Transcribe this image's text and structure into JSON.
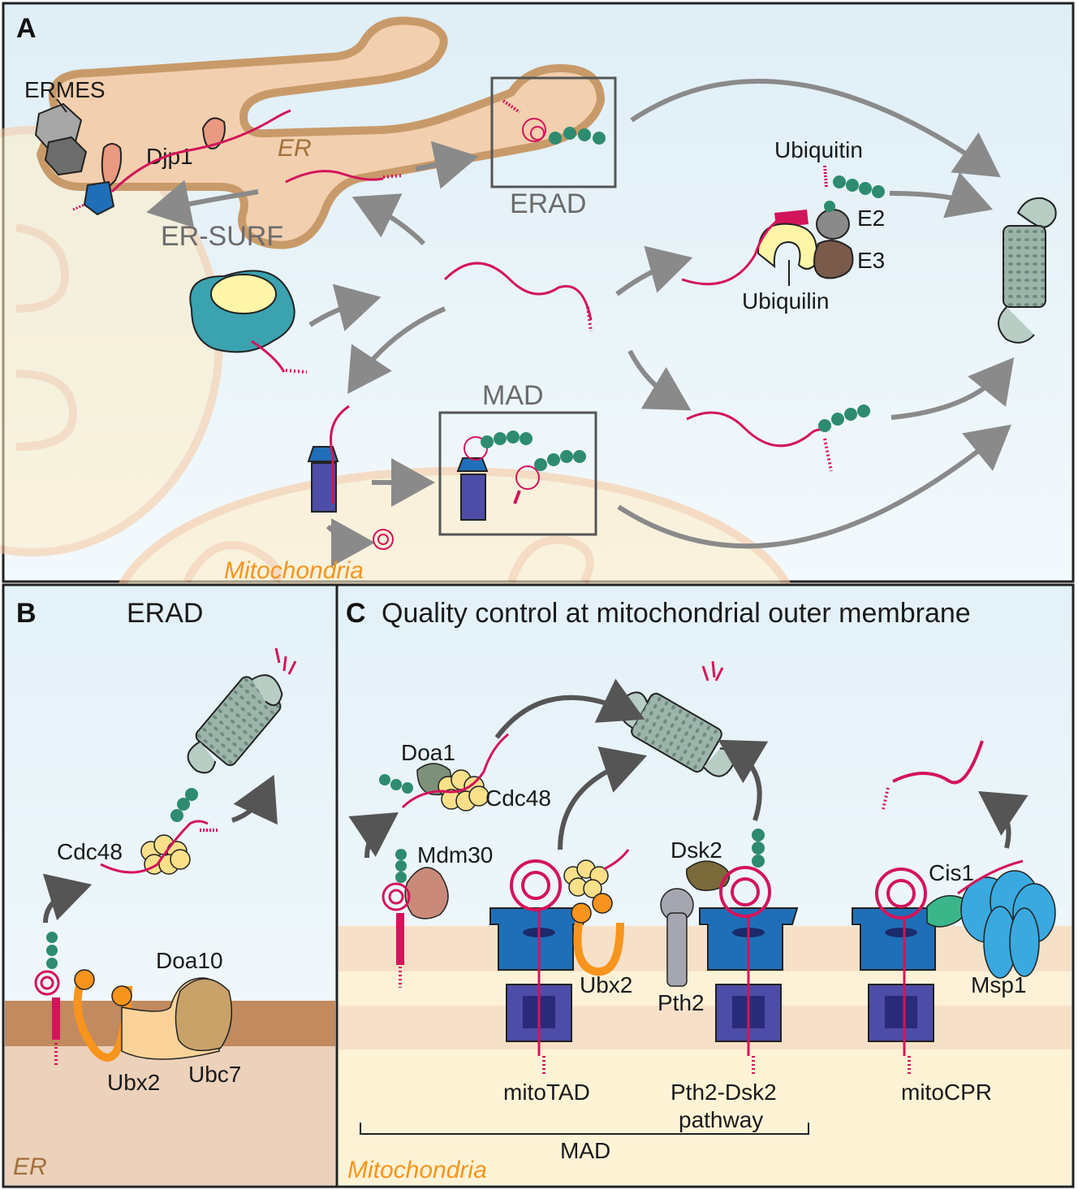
{
  "panels": {
    "a": {
      "letter": "A",
      "labels": {
        "ermes": "ERMES",
        "djp1": "Djp1",
        "er": "ER",
        "er_surf": "ER-SURF",
        "erad": "ERAD",
        "ubiquitin": "Ubiquitin",
        "e2": "E2",
        "e3": "E3",
        "ubiquilin": "Ubiquilin",
        "mad": "MAD",
        "mitochondria": "Mitochondria"
      }
    },
    "b": {
      "letter": "B",
      "title": "ERAD",
      "labels": {
        "cdc48": "Cdc48",
        "doa10": "Doa10",
        "ubx2": "Ubx2",
        "ubc7": "Ubc7",
        "er": "ER"
      }
    },
    "c": {
      "letter": "C",
      "title": "Quality control at mitochondrial outer membrane",
      "labels": {
        "doa1": "Doa1",
        "cdc48": "Cdc48",
        "mdm30": "Mdm30",
        "dsk2": "Dsk2",
        "cis1": "Cis1",
        "ubx2": "Ubx2",
        "pth2": "Pth2",
        "msp1": "Msp1",
        "mitotad": "mitoTAD",
        "pth2_dsk2_line1": "Pth2-Dsk2",
        "pth2_dsk2_line2": "pathway",
        "mitocpr": "mitoCPR",
        "mad": "MAD",
        "mitochondria": "Mitochondria"
      }
    }
  },
  "colors": {
    "background_blue": "#e8f3f8",
    "substrate": "#d4145a",
    "ubiquitin": "#2e8b6f",
    "er_fill": "#f2cfae",
    "er_stroke": "#c89a6a",
    "mito_fill": "#fff3d6",
    "arrow": "#8a8a8a",
    "proteasome": "#b8cdc4",
    "tom": "#1f6fb8",
    "tom_lower": "#4d4da8",
    "cdc48": "#fbe08a",
    "ubx2": "#f7941d",
    "msp1": "#3aa9e0"
  }
}
